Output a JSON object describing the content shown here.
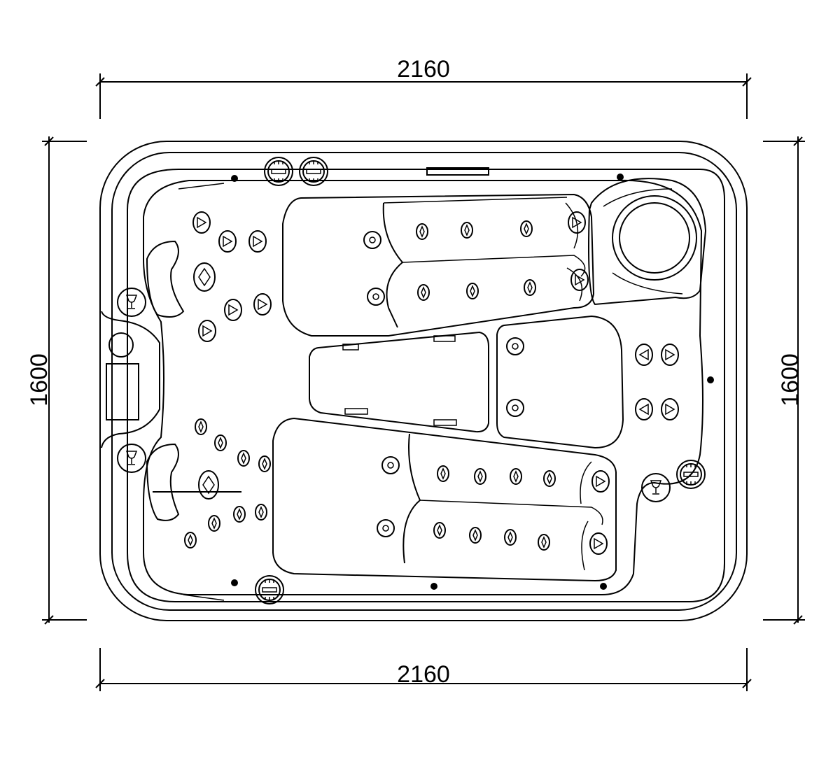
{
  "dimensions": {
    "top_width": "2160",
    "bottom_width": "2160",
    "left_height": "1600",
    "right_height": "1600"
  },
  "features": {
    "control_panel": "control-panel",
    "cup_holders": 3,
    "waterfall_controls": 4,
    "lounger_seats": 2,
    "corner_seat_with_whirlpool": 1
  }
}
